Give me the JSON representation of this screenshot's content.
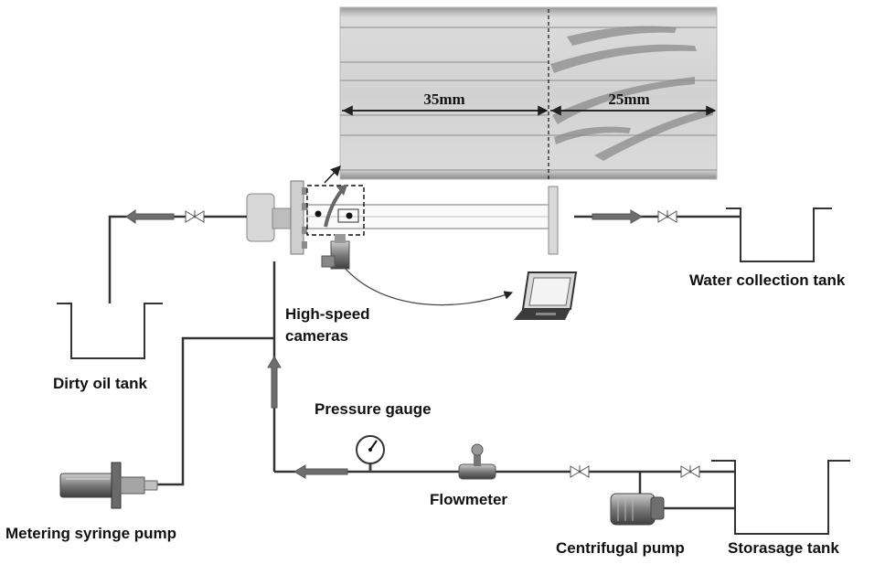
{
  "labels": {
    "water_tank": "Water collection tank",
    "dirty_oil_tank": "Dirty oil tank",
    "cameras_line1": "High-speed",
    "cameras_line2": "cameras",
    "pressure_gauge": "Pressure gauge",
    "flowmeter": "Flowmeter",
    "syringe_pump": "Metering syringe pump",
    "centrifugal_pump": "Centrifugal pump",
    "storage_tank": "Storasage tank"
  },
  "dimensions": {
    "left": "35mm",
    "right": "25mm"
  },
  "colors": {
    "pipe": "#3a3a3a",
    "arrow": "#6e6e6e",
    "photo_bg": "#d6d6d6"
  }
}
